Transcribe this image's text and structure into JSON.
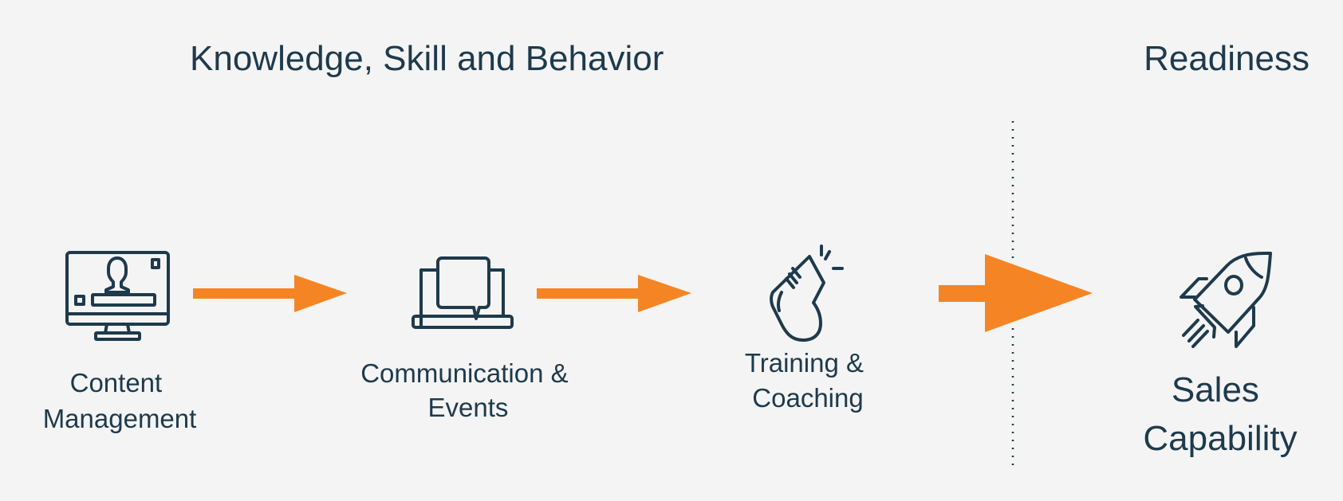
{
  "headings": {
    "left": "Knowledge, Skill and Behavior",
    "right": "Readiness"
  },
  "steps": [
    {
      "icon": "monitor-presenter-icon",
      "line1": "Content",
      "line2": "Management"
    },
    {
      "icon": "laptop-chat-icon",
      "line1": "Communication &",
      "line2": "Events"
    },
    {
      "icon": "whistle-icon",
      "line1": "Training &",
      "line2": "Coaching"
    }
  ],
  "outcome": {
    "icon": "rocket-icon",
    "line1": "Sales",
    "line2": "Capability"
  },
  "colors": {
    "background": "#f4f4f4",
    "text": "#1e3a4c",
    "arrow": "#f58524"
  }
}
